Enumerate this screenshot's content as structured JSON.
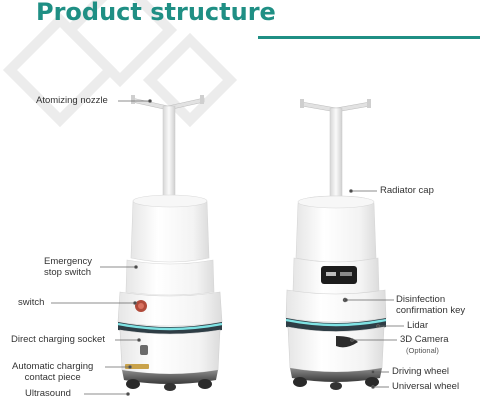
{
  "title": "Product structure",
  "colors": {
    "brand": "#1f8f84",
    "lidar_glow": "#7fe3e4",
    "robot_white": "#f4f4f4"
  },
  "labels_left": {
    "atomizing_nozzle": "Atomizing nozzle",
    "emergency_stop_switch": "Emergency\nstop switch",
    "switch": "switch",
    "direct_charging_socket": "Direct charging socket",
    "automatic_charging_contact": "Automatic charging\ncontact piece",
    "ultrasound": "Ultrasound"
  },
  "labels_right": {
    "radiator_cap": "Radiator cap",
    "disinfection_key": "Disinfection\nconfirmation key",
    "lidar": "Lidar",
    "camera_3d": "3D Camera",
    "camera_optional": "(Optional)",
    "driving_wheel": "Driving wheel",
    "universal_wheel": "Universal wheel"
  }
}
